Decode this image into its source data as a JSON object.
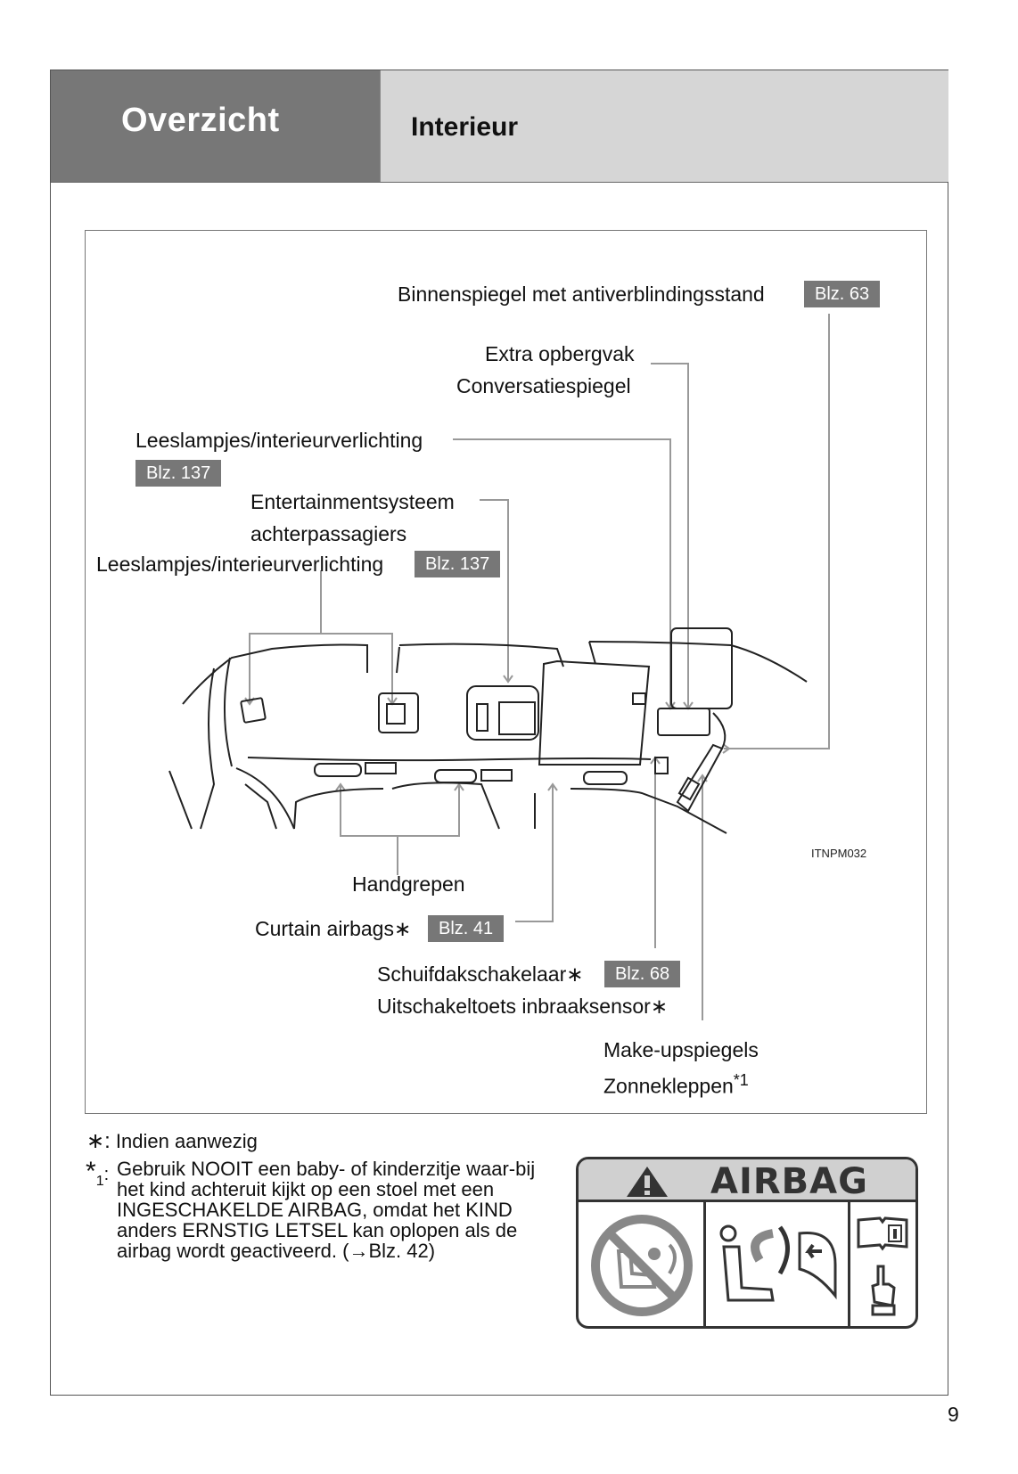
{
  "header": {
    "section": "Overzicht",
    "title": "Interieur"
  },
  "labels": {
    "mirror": "Binnenspiegel met antiverblindingsstand",
    "mirror_ref": "Blz. 63",
    "storage": "Extra opbergvak",
    "conversation": "Conversatiespiegel",
    "reading_front": "Leeslampjes/interieurverlichting",
    "reading_front_ref": "Blz. 137",
    "entertainment_1": "Entertainmentsysteem",
    "entertainment_2": "achterpassagiers",
    "reading_rear": "Leeslampjes/interieurverlichting",
    "reading_rear_ref": "Blz. 137",
    "handles": "Handgrepen",
    "curtain": "Curtain airbags",
    "curtain_ref": "Blz. 41",
    "sunroof": "Schuifdakschakelaar",
    "sunroof_ref": "Blz. 68",
    "intrusion": "Uitschakeltoets inbraaksensor",
    "makeup": "Make-upspiegels",
    "visors": "Zonnekleppen",
    "asterisk": "∗",
    "footnote_1_mark": "*1"
  },
  "figure_code": "ITNPM032",
  "notes": {
    "star_mark": "∗:",
    "star_text": "Indien aanwezig",
    "one_mark": "*",
    "one_sub": "1",
    "one_colon": ":",
    "one_text": "Gebruik NOOIT een baby- of kinderzitje waar-bij het kind achteruit kijkt op een stoel met een INGESCHAKELDE AIRBAG, omdat het KIND anders ERNSTIG LETSEL kan oplopen als de airbag wordt geactiveerd. (→Blz. 42)"
  },
  "airbag_label": {
    "title": "AIRBAG"
  },
  "page_number": "9"
}
